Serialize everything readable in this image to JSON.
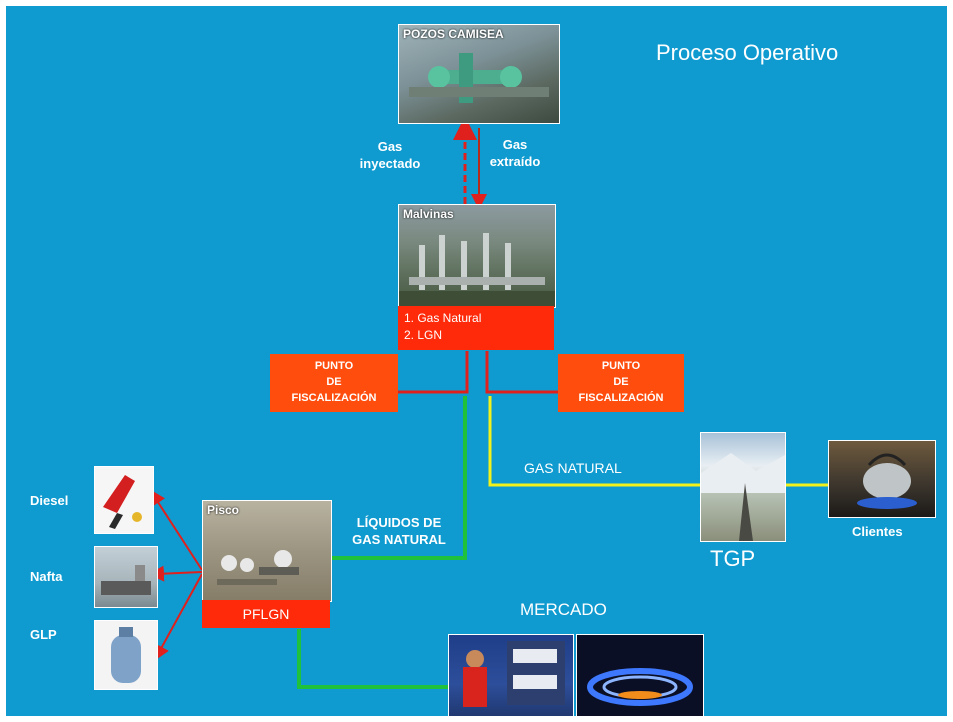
{
  "title": "Proceso Operativo",
  "wells": {
    "caption": "POZOS CAMISEA"
  },
  "flow_labels": {
    "injected": "Gas\ninyectado",
    "extracted": "Gas\nextraído"
  },
  "malvinas": {
    "caption": "Malvinas",
    "products": [
      "1. Gas Natural",
      "2. LGN"
    ]
  },
  "fiscal_points": [
    {
      "label": "PUNTO\nDE\nFISCALIZACIÓN"
    },
    {
      "label": "PUNTO\nDE\nFISCALIZACIÓN"
    }
  ],
  "gas_line_label": "GAS NATURAL",
  "liquids_label": "LÍQUIDOS DE\nGAS NATURAL",
  "tgp": {
    "label": "TGP"
  },
  "clients": {
    "label": "Clientes"
  },
  "pisco": {
    "caption": "Pisco",
    "box": "PFLGN"
  },
  "products": [
    "Diesel",
    "Nafta",
    "GLP"
  ],
  "market": {
    "label": "MERCADO"
  },
  "colors": {
    "background": "#0f9bd0",
    "red": "#ff2a0a",
    "dark_red_line": "#e0201c",
    "green_line": "#1fc23a",
    "yellow_line": "#f2f21a"
  }
}
